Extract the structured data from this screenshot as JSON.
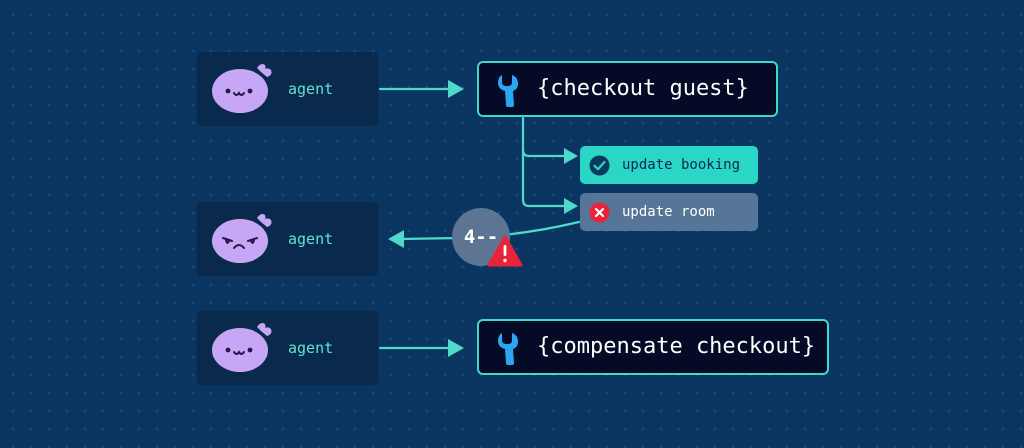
{
  "agents": [
    {
      "label": "agent",
      "mood": "happy"
    },
    {
      "label": "agent",
      "mood": "sad"
    },
    {
      "label": "agent",
      "mood": "happy"
    }
  ],
  "tools": {
    "checkout": {
      "label": "{checkout guest}",
      "icon": "wrench-icon"
    },
    "compensate": {
      "label": "{compensate checkout}",
      "icon": "wrench-icon"
    }
  },
  "steps": [
    {
      "label": "update booking",
      "status": "success",
      "icon": "check-circle-icon"
    },
    {
      "label": "update room",
      "status": "failed",
      "icon": "x-circle-icon"
    }
  ],
  "error": {
    "code": "4--",
    "icon": "warning-triangle-icon"
  },
  "colors": {
    "background": "#0b3561",
    "card": "#0a2a4d",
    "accent": "#3fd9c7",
    "agent_label": "#5fe3d2",
    "avatar": "#c7a6f5",
    "tool_fill": "#050a26",
    "wrench": "#2aa7f0",
    "step_success": "#2ad7c7",
    "step_failed": "#577596",
    "error_red": "#e8243a",
    "badge": "#5d7593"
  }
}
